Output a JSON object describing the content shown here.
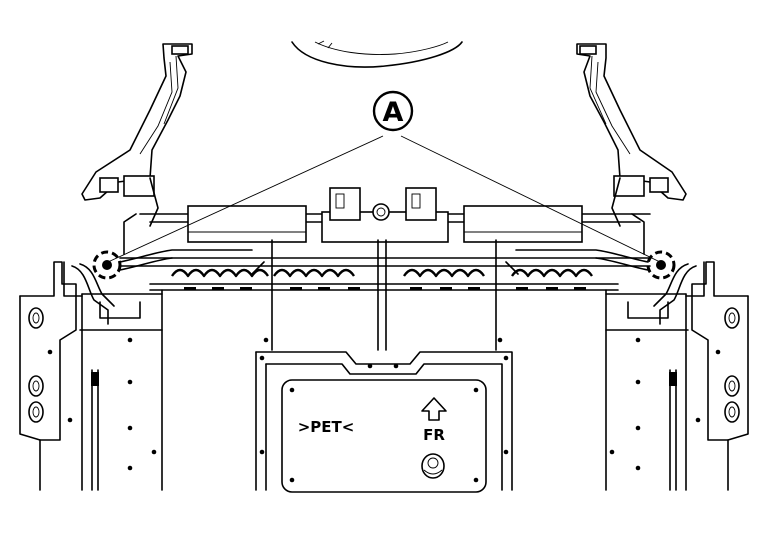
{
  "callout": {
    "letter": "A"
  },
  "panel": {
    "marking": ">PET<",
    "direction_label": "FR"
  }
}
